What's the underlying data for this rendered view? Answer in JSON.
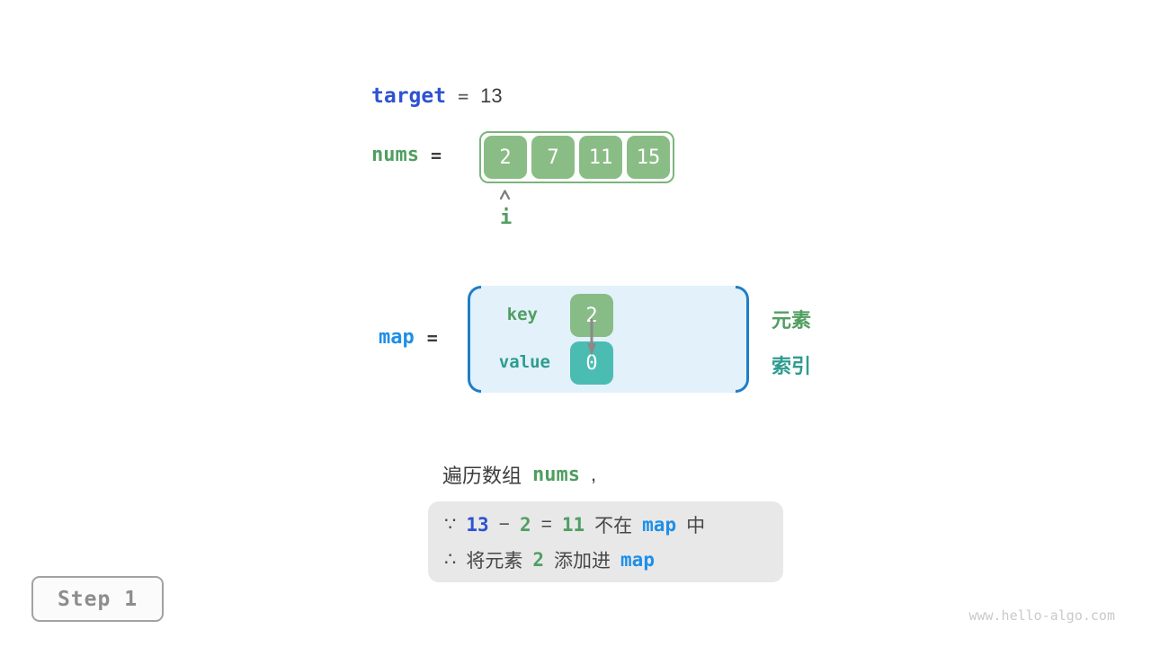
{
  "colors": {
    "royal_blue": "#2e52d0",
    "azure_blue": "#1e8fe8",
    "green": "#509e61",
    "teal": "#2e9c90",
    "array_fill_green": "#8abd85",
    "array_border_green": "#7cb57b",
    "value_fill_teal": "#4bbcb2",
    "map_panel_fill": "#e3f1fb",
    "map_bracket_blue": "#1f7ec6",
    "note_box_gray": "#e8e8e8",
    "dark_text": "#3d3d3d"
  },
  "icons": {
    "pointer_caret": "chevron-up",
    "key_to_value": "arrow-down"
  },
  "target_line": {
    "label": "target",
    "equals": "=",
    "value": "13"
  },
  "nums_line": {
    "label": "nums",
    "equals": "="
  },
  "array": {
    "values": [
      "2",
      "7",
      "11",
      "15"
    ]
  },
  "pointer": {
    "label": "i"
  },
  "map_line": {
    "label": "map",
    "equals": "="
  },
  "map_box": {
    "key_label": "key",
    "key_value": "2",
    "value_label": "value",
    "value_value": "0"
  },
  "side_labels": {
    "element": "元素",
    "index": "索引"
  },
  "caption": {
    "prefix": "遍历数组",
    "code": "nums",
    "comma": ","
  },
  "note": {
    "line1": [
      "∵",
      "13",
      "−",
      "2",
      "=",
      "11",
      "不在",
      "map",
      "中"
    ],
    "line2": [
      "∴",
      "将元素",
      "2",
      "添加进",
      "map"
    ]
  },
  "step_badge": {
    "label": "Step 1"
  },
  "watermark": "www.hello-algo.com"
}
